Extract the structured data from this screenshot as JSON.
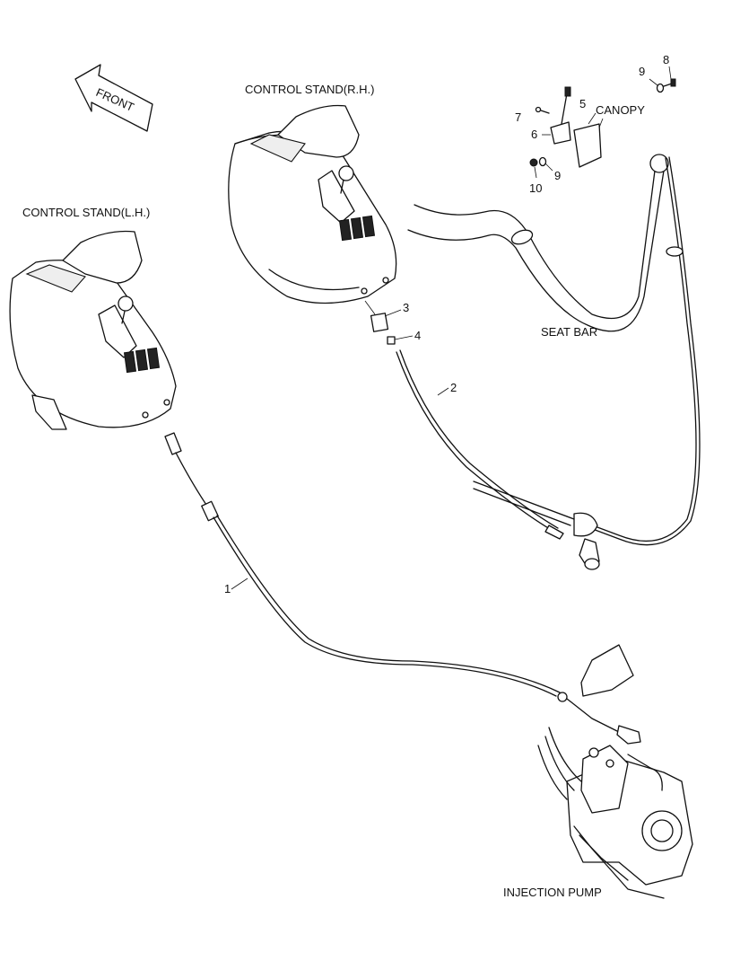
{
  "labels": {
    "front": "FRONT",
    "control_stand_rh": "CONTROL STAND(R.H.)",
    "control_stand_lh": "CONTROL STAND(L.H.)",
    "canopy": "CANOPY",
    "seat_bar": "SEAT BAR",
    "injection_pump": "INJECTION PUMP"
  },
  "callouts": {
    "c1": "1",
    "c2": "2",
    "c3": "3",
    "c4": "4",
    "c5": "5",
    "c6": "6",
    "c7": "7",
    "c8": "8",
    "c9a": "9",
    "c9b": "9",
    "c10": "10"
  },
  "colors": {
    "line": "#111111",
    "background": "#ffffff"
  }
}
